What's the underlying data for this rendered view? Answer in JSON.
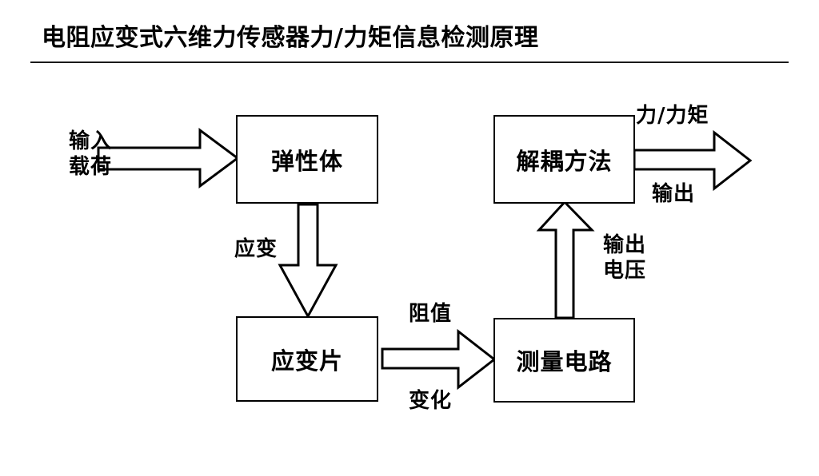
{
  "page": {
    "title": "电阻应变式六维力传感器力/力矩信息检测原理",
    "background_color": "#ffffff",
    "line_color": "#000000"
  },
  "diagram": {
    "type": "flowchart",
    "nodes": [
      {
        "id": "elastic-body",
        "label": "弹性体"
      },
      {
        "id": "strain-gauge",
        "label": "应变片"
      },
      {
        "id": "measure-circuit",
        "label": "测量电路"
      },
      {
        "id": "decoupling",
        "label": "解耦方法"
      }
    ],
    "edges": [
      {
        "id": "input-load",
        "from": "",
        "to": "elastic-body",
        "direction": "right",
        "label_lines": [
          "输入",
          "载荷"
        ]
      },
      {
        "id": "strain",
        "from": "elastic-body",
        "to": "strain-gauge",
        "direction": "down",
        "label_lines": [
          "应变"
        ]
      },
      {
        "id": "resistance-change",
        "from": "strain-gauge",
        "to": "measure-circuit",
        "direction": "right",
        "label_top": "阻值",
        "label_bottom": "变化"
      },
      {
        "id": "output-voltage",
        "from": "measure-circuit",
        "to": "decoupling",
        "direction": "up",
        "label_lines": [
          "输出",
          "电压"
        ]
      },
      {
        "id": "force-torque-output",
        "from": "decoupling",
        "to": "",
        "direction": "right",
        "label_top": "力/力矩",
        "label_bottom": "输出"
      }
    ]
  },
  "labels": {
    "input_load_line1": "输入",
    "input_load_line2": "载荷",
    "strain": "应变",
    "resistance_top": "阻值",
    "resistance_bottom": "变化",
    "output_voltage_line1": "输出",
    "output_voltage_line2": "电压",
    "force_torque": "力/力矩",
    "output": "输出"
  }
}
